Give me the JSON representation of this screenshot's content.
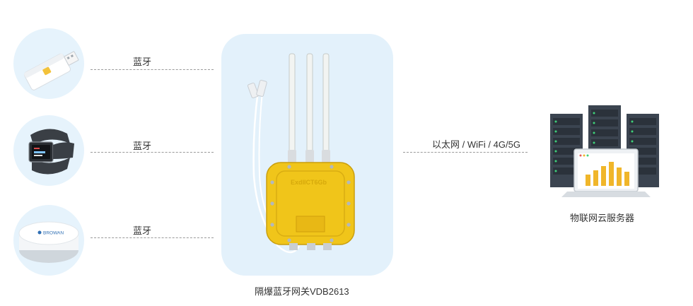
{
  "devices": [
    {
      "name": "usb-bluetooth-tag",
      "link_label": "蓝牙"
    },
    {
      "name": "smart-wristband",
      "link_label": "蓝牙"
    },
    {
      "name": "round-beacon",
      "link_label": "蓝牙",
      "logo_text": "BROWAN"
    }
  ],
  "gateway": {
    "caption": "隔爆蓝牙网关VDB2613",
    "box_marking": "ExdIICT6Gb",
    "color": "#f0c51a"
  },
  "uplink": {
    "label": "以太网 / WiFi / 4G/5G"
  },
  "cloud": {
    "caption": "物联网云服务器"
  },
  "colors": {
    "panel_bg": "#e3f1fb",
    "circle_bg": "#e6f3fc",
    "server_dark": "#3b4450",
    "chart_bar": "#f0b62a",
    "dashed_line": "#9a9a9a"
  }
}
